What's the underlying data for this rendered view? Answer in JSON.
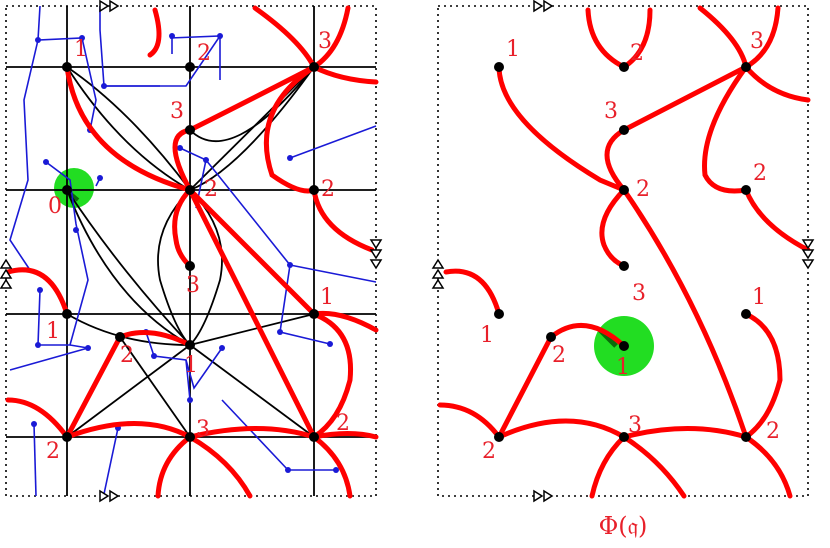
{
  "left_panel": {
    "vertex_labels": [
      "1",
      "2",
      "3",
      "3",
      "2",
      "2",
      "0",
      "3",
      "1",
      "1",
      "2",
      "1",
      "2",
      "3",
      "2"
    ]
  },
  "right_panel": {
    "vertex_labels": [
      "1",
      "2",
      "3",
      "3",
      "2",
      "2",
      "3",
      "1",
      "1",
      "2",
      "1",
      "2",
      "3",
      "2"
    ],
    "caption": "Φ(𝔮)"
  },
  "colors": {
    "cut_curve": "#ff0000",
    "graph_edge": "#1a1ad6",
    "grid": "#000000",
    "highlight": "#22dd22"
  }
}
